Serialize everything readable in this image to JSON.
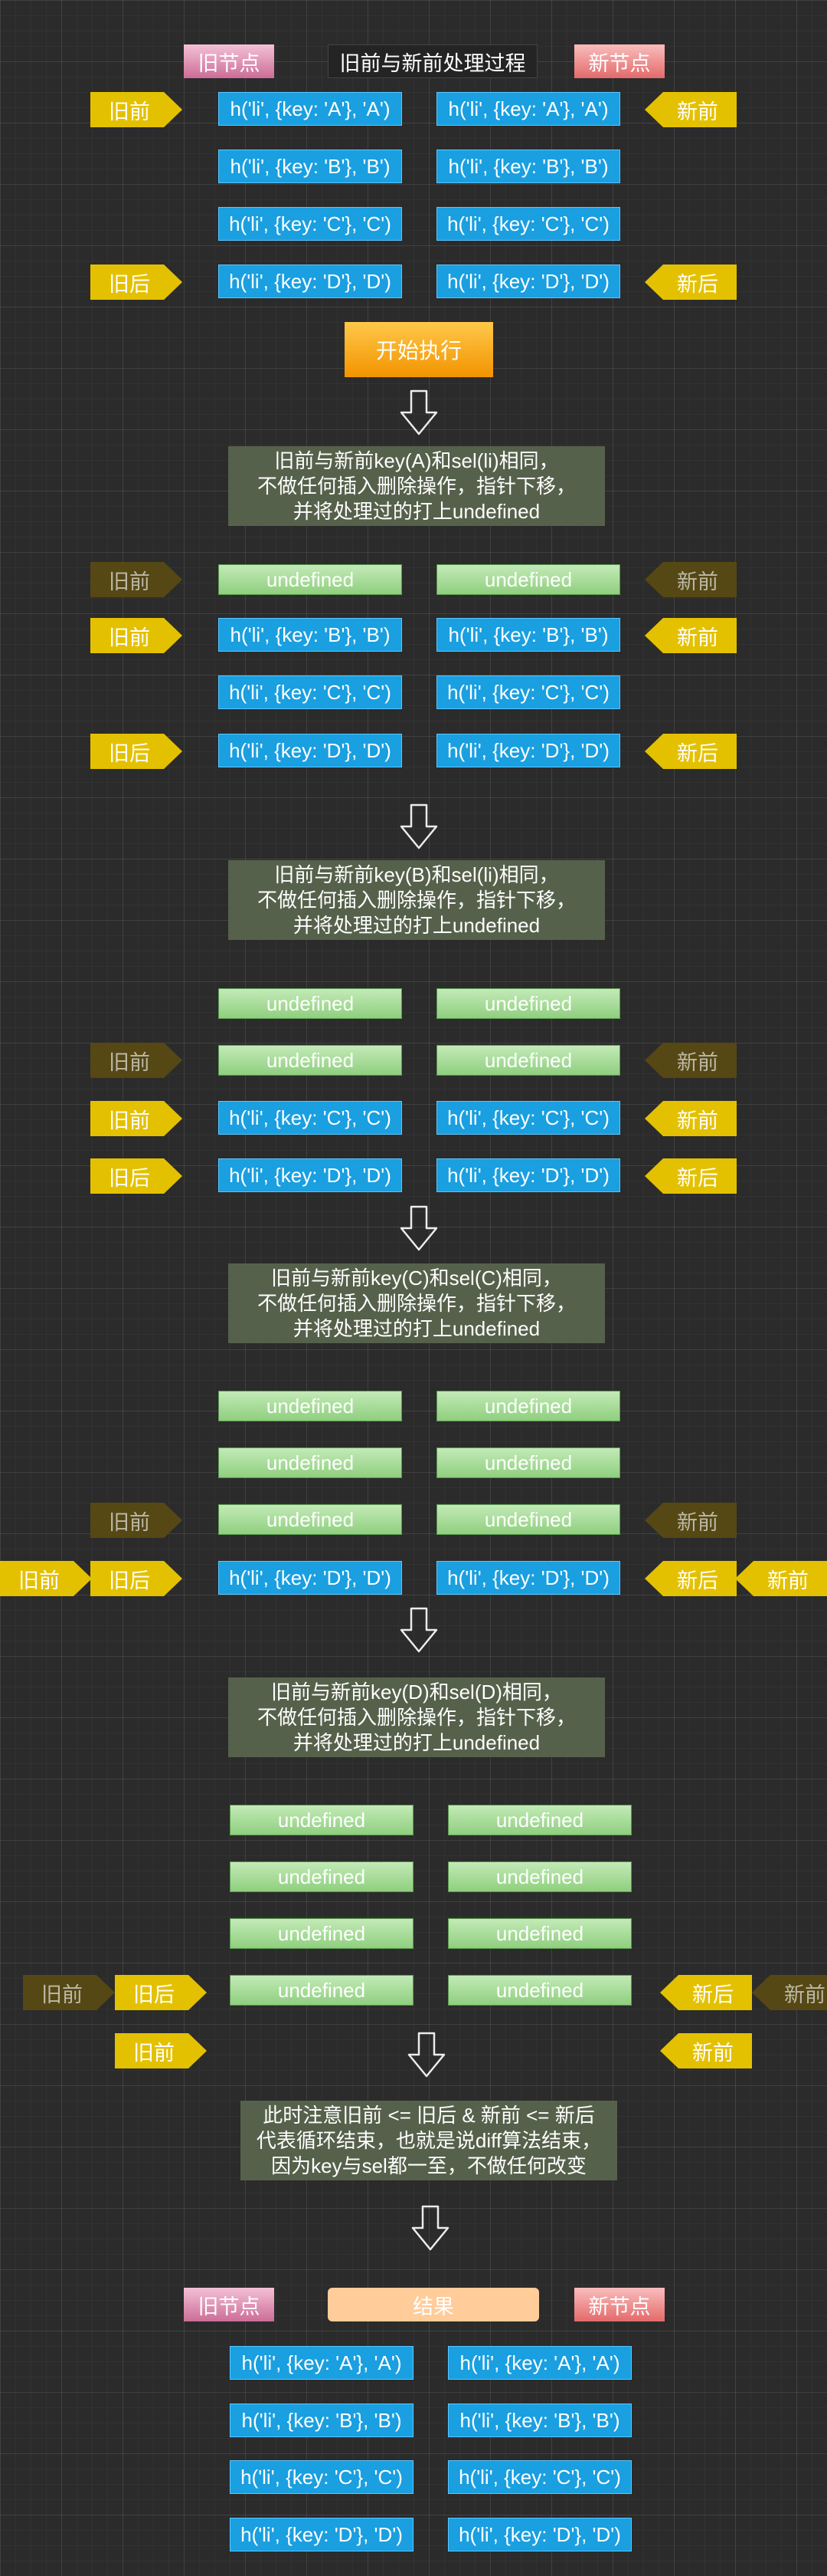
{
  "header": {
    "old_label": "旧节点",
    "title": "旧前与新前处理过程",
    "new_label": "新节点"
  },
  "tags": {
    "old_start": "旧前",
    "old_end": "旧后",
    "new_start": "新前",
    "new_end": "新后"
  },
  "start_button": "开始执行",
  "undef": "undefined",
  "nodes": {
    "a": "h('li', {key: 'A'}, 'A')",
    "b": "h('li', {key: 'B'}, 'B')",
    "c": "h('li', {key: 'C'}, 'C')",
    "d": "h('li', {key: 'D'}, 'D')"
  },
  "steps": [
    "旧前与新前key(A)和sel(li)相同，\n不做任何插入删除操作，指针下移，\n并将处理过的打上undefined",
    "旧前与新前key(B)和sel(li)相同，\n不做任何插入删除操作，指针下移，\n并将处理过的打上undefined",
    "旧前与新前key(C)和sel(C)相同，\n不做任何插入删除操作，指针下移，\n并将处理过的打上undefined",
    "旧前与新前key(D)和sel(D)相同，\n不做任何插入删除操作，指针下移，\n并将处理过的打上undefined"
  ],
  "end_note": "此时注意旧前 <= 旧后 & 新前 <= 新后\n代表循环结束，也就是说diff算法结束，\n因为key与sel都一至，不做任何改变",
  "result": {
    "old_label": "旧节点",
    "title": "结果",
    "new_label": "新节点"
  },
  "colors": {
    "node": "#1a9fe0",
    "tag": "#e4c100",
    "undefined": "#a6dc96",
    "step_box": "#56614b",
    "start": "#f8a51c",
    "result": "#ffcc9a"
  }
}
